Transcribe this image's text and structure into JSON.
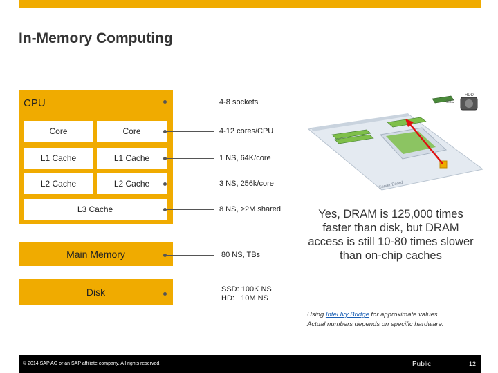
{
  "header": {
    "title": "In-Memory Computing"
  },
  "diagram": {
    "cpu_label": "CPU",
    "rows": [
      {
        "left": "Core",
        "right": "Core",
        "spec": "4-12 cores/CPU"
      },
      {
        "left": "L1 Cache",
        "right": "L1 Cache",
        "spec": "1 NS, 64K/core"
      },
      {
        "left": "L2 Cache",
        "right": "L2 Cache",
        "spec": "3 NS, 256k/core"
      }
    ],
    "sockets_spec": "4-8 sockets",
    "l3": {
      "label": "L3 Cache",
      "spec": "8 NS, >2M shared"
    },
    "main_memory": {
      "label": "Main Memory",
      "spec": "80 NS, TBs"
    },
    "disk": {
      "label": "Disk",
      "spec": "SSD: 100K NS\nHD:   10M NS"
    }
  },
  "illustration": {
    "labels": {
      "ssd": "SSD",
      "hdd": "HDD",
      "board": "Server Board"
    },
    "colors": {
      "board": "#dfe6ee",
      "chip": "#7fbf4a",
      "arrow": "#e01010",
      "cache": "#f0ab00"
    }
  },
  "callout": "Yes, DRAM is 125,000 times faster than disk, but DRAM access is still 10-80 times slower than on-chip caches",
  "note": {
    "prefix": "Using ",
    "link": "Intel Ivy Bridge",
    "suffix": " for approximate values.",
    "line2": "Actual numbers depends on specific hardware."
  },
  "footer": {
    "copyright": "© 2014 SAP AG or an SAP affiliate company. All rights reserved.",
    "classification": "Public",
    "page": "12"
  },
  "colors": {
    "accent": "#f0ab00",
    "footer": "#000000"
  }
}
